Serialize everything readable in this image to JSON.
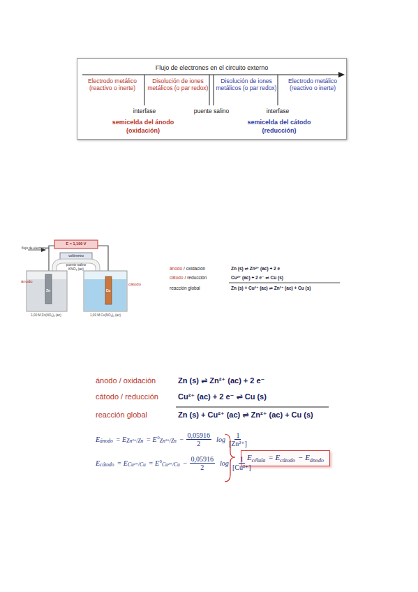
{
  "diagram": {
    "nodes": [
      {
        "text": [
          "Flujo de electrones en el circuito externo"
        ]
      },
      {
        "text": [
          "Electrodo metálico (reactivo o inerte)"
        ],
        "in": 0
      },
      {
        "text": [
          "Disolución de iones metálicos (o par redox)"
        ],
        "in": 0
      },
      {
        "text": [
          "Disolución de iones metálicos (o par redox)"
        ],
        "in": 0
      },
      {
        "text": [
          "Electrodo metálico (reactivo o inerte)"
        ],
        "in": 0
      },
      {
        "text": [
          "E",
          "célula",
          "= E",
          "cátodo",
          "− E",
          "ánodo"
        ]
      }
    ],
    "labels": [
      "interfase",
      "puente salino",
      "interfase",
      "semicelda del ánodo",
      "(oxidación)",
      "semicelda del cátodo",
      "(reducción)",
      "flujo de electrones",
      "E = 1,100 V",
      "voltímetro",
      "puente salino",
      "KNO₃ (ac)",
      "ánodo",
      "cátodo",
      "1,00 M Zn(NO₃)₂ (ac)",
      "1,00 M Cu(NO₃)₂ (ac)",
      "Zn",
      "Cu",
      "ánodo",
      "/ oxidación",
      "Zn (s) ⇌ Zn²⁺ (ac) + 2 e",
      "cátodo",
      "/ reducción",
      "Cu²⁺ (ac) + 2 e⁻ ⇌ Cu (s)",
      "reacción global",
      "Zn (s) + Cu²⁺ (ac) ⇌ Zn²⁺ (ac) + Cu (s)",
      "ánodo / oxidación",
      "Zn (s) ⇌ Zn²⁺ (ac) + 2 e⁻",
      "cátodo / reducción",
      "Cu²⁺ (ac) + 2 e⁻ ⇌ Cu (s)",
      "reacción global",
      "Zn (s) + Cu²⁺ (ac) ⇌ Zn²⁺ (ac) + Cu (s)",
      "E",
      "ánodo",
      "= E",
      "Zn²⁺/Zn",
      "= E°",
      "Zn²⁺/Zn",
      "−",
      "0,05916",
      "2",
      "log",
      "1",
      "[Zn²⁺]",
      "E",
      "cátodo",
      "= E",
      "Cu²⁺/Cu",
      "= E°",
      "Cu²⁺/Cu",
      "−",
      "0,05916",
      "2",
      "log",
      "1",
      "[Cu²⁺]"
    ]
  }
}
